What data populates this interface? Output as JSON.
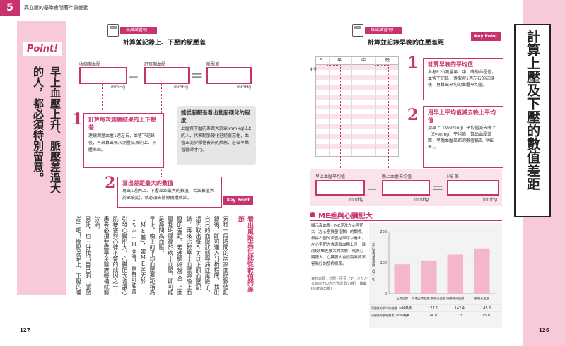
{
  "header": {
    "chapter": "5",
    "running_title": "高血壓的基準會隨著年齡變動"
  },
  "left_page": {
    "page_number": "127",
    "point_label": "Point!",
    "point_text": "早上血壓上升、脈壓差過大的人，都必須特別留意。",
    "try_label": "來試試看吧！",
    "section_title": "計算並記錄上、下壓的脈壓差",
    "boxes": [
      {
        "label": "收縮期血壓",
        "unit": "mmHg"
      },
      {
        "label": "舒張期血壓",
        "unit": "mmHg"
      },
      {
        "label": "脈壓差",
        "unit": "mmHg"
      }
    ],
    "minus": "－",
    "equals": "＝",
    "step1": {
      "num": "1",
      "title": "計算每次測量結果的上下壓差",
      "body": "連續測量血壓1週左右，並留下記錄後，再來算出每次測量結果的上、下壓差距。"
    },
    "callout": {
      "title": "能從脈壓差看出動脈硬化的程度",
      "body": "上壓與下壓的差距大於80mmHg以上的人，代表動脈硬化已經很惡化，血管正處於彈性喪失的狀態，必須早點看醫師才行。"
    },
    "step2": {
      "num": "2",
      "title": "寫出差距最大的數值",
      "body": "寫出1週內上、下壓差距最大的數值，若該數值大於80的話，就必須去醫療機構就診。"
    },
    "key_point": "Key Point",
    "article": {
      "heading": "看出風險高低能從數值的差距",
      "paragraphs": [
        "累積一段時間的居家血壓數值記錄後，即可進入分析程序，找出自己的血壓狀態與病症風險了。",
        "請先取出每5天以上的血壓記錄，再來比較早上血壓與晚上血壓的差距。若連續好幾天早上血壓都明顯高於晚上血壓，即可能是晨間高血壓。",
        "早上、晚上的平均血壓差距稱為「ME差」，當ME差大於15mmHg時，就有可能會引發心臟肥大。心臟肥大會讓心肌梗塞與心律不整的成因之一，患者必須要盡早至醫療機構就醫診治。",
        "另外，也一併找出自己的「脈壓差」吧！脈壓差是上、下壓的差距，能反映出動脈硬化的程度。"
      ]
    }
  },
  "right_page": {
    "page_number": "126",
    "try_label": "來試試看吧！",
    "section_title": "計算並記錄早晚的血壓差距",
    "key_point": "Key Point",
    "vertical_title": "計算上壓及下壓的數值差距",
    "table_headers": [
      "日",
      "早",
      "中",
      "晚"
    ],
    "first_date": "4/9",
    "step1": {
      "num": "1",
      "title": "計算早晚的平均值",
      "body": "參考P.20測量早、中、晚的血壓值，並留下記錄，待取得1週左右的記錄後，再算出平均的血壓平均值。"
    },
    "step2": {
      "num": "2",
      "title": "用早上平均值減去晚上平均值",
      "body": "用早上（Morning）平均值減去晚上（Evening）平均值，算出血壓差距，早晚血壓差距的數值稱為「ME差」。"
    },
    "bottom_boxes": [
      {
        "label": "早上血壓平均值",
        "unit": "mmHg"
      },
      {
        "label": "晚上血壓平均值",
        "unit": "mmHg"
      },
      {
        "label": "ME 差",
        "unit": "mmHg"
      }
    ],
    "minus": "－",
    "equals": "＝",
    "me_heading": "ME差與心臟肥大",
    "me_body": "顯示高血壓，ME差及左心室肥大（左心室質量指數）的關係。根據右圖的調查結果可以看出，左心室肥大會導致血壓上升，進而使ME差擴大的狀態，代表心臟肥大、心臟肥大會提高風險不容易好的發病概率。",
    "source_note": "資料來源：苅尾七臣著《すっきりかる高血圧の自己管理 改訂版》(醫藥Journal出版)"
  },
  "chart_data": {
    "type": "bar",
    "ylabel": "左心室質量指數（g／㎡）",
    "ylim": [
      0,
      200
    ],
    "yticks": [
      0,
      100,
      200
    ],
    "categories": [
      "正常血壓",
      "早晚正常血壓‧晨間高血壓",
      "持續性高血壓",
      "晨間高血壓"
    ],
    "values": [
      95,
      107,
      126,
      146
    ],
    "table_rows": [
      {
        "label": "早間晚的平均收縮壓（mmHg）",
        "values": [
          "127.3",
          "127.1",
          "142.4",
          "145.5"
        ]
      },
      {
        "label": "早間晚的收縮壓差（mmHg）",
        "values": [
          "8.4",
          "24.0",
          "7.3",
          "25.0"
        ]
      }
    ],
    "bar_color": "#f4b6cc"
  }
}
